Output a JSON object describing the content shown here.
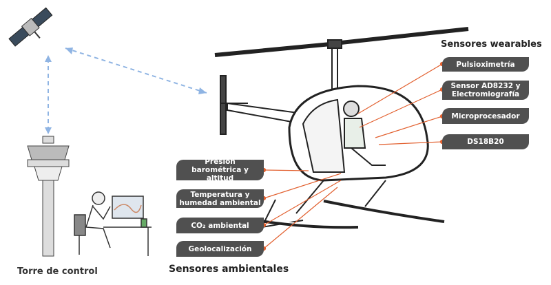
{
  "wearables": {
    "title": "Sensores wearables",
    "items": [
      "Pulsioximetría",
      "Sensor AD8232 y Electromiografía",
      "Microprocesador",
      "DS18B20"
    ]
  },
  "ambientales": {
    "title": "Sensores ambientales",
    "items": [
      "Presión barométrica y altitud",
      "Temperatura y humedad ambiental",
      "CO₂ ambiental",
      "Geolocalización"
    ]
  },
  "tower": {
    "label": "Torre de control"
  },
  "colors": {
    "box": "#505050",
    "connector": "#e2602f",
    "link": "#8fb4e3"
  }
}
